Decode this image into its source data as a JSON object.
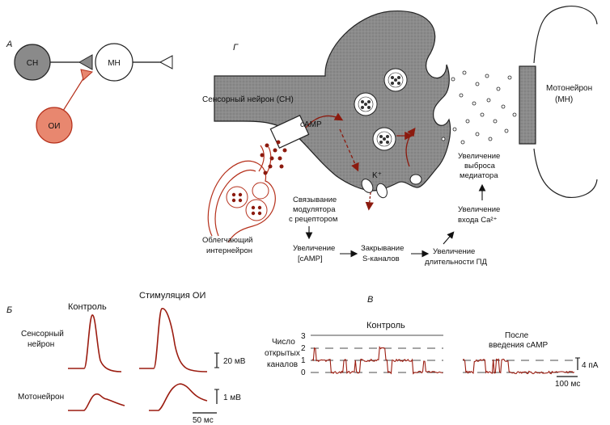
{
  "panels": {
    "a": "А",
    "b": "Б",
    "v": "В",
    "g": "Г"
  },
  "panel_a": {
    "sn": "СН",
    "mn": "МН",
    "oi": "ОИ"
  },
  "panel_g": {
    "sensory_neuron": "Сенсорный нейрон (СН)",
    "camp": "cAMP",
    "k_ion": "K⁺",
    "motoneuron_line1": "Мотонейрон",
    "motoneuron_line2": "(МН)",
    "release_line1": "Увеличение",
    "release_line2": "выброса",
    "release_line3": "медиатора",
    "ca_line1": "Увеличение",
    "ca_line2": "входа Ca²⁺",
    "binding_line1": "Связывание",
    "binding_line2": "модулятора",
    "binding_line3": "с рецептором",
    "interneuron_line1": "Облегчающий",
    "interneuron_line2": "интернейрон",
    "camp_inc_line1": "Увеличение",
    "camp_inc_line2": "[cAMP]",
    "s_close_line1": "Закрывание",
    "s_close_line2": "S-каналов",
    "ap_line1": "Увеличение",
    "ap_line2": "длительности ПД"
  },
  "panel_b": {
    "control": "Контроль",
    "stim": "Стимуляция ОИ",
    "sensory_line1": "Сенсорный",
    "sensory_line2": "нейрон",
    "motoneuron": "Мотонейрон",
    "scale_20mv": "20 мВ",
    "scale_1mv": "1 мВ",
    "scale_50ms": "50 мс"
  },
  "panel_v": {
    "control": "Контроль",
    "after_line1": "После",
    "after_line2": "введения cAMP",
    "ylabel_line1": "Число",
    "ylabel_line2": "открытых",
    "ylabel_line3": "каналов",
    "tick3": "3",
    "tick2": "2",
    "tick1": "1",
    "tick0": "0",
    "scale_4pa": "4 пА",
    "scale_100ms": "100 мс"
  },
  "colors": {
    "trace": "#9b1c10",
    "oi_fill": "#e8876f",
    "sn_fill": "#8a8a8a",
    "cell_gray": "#8e8e8e"
  }
}
